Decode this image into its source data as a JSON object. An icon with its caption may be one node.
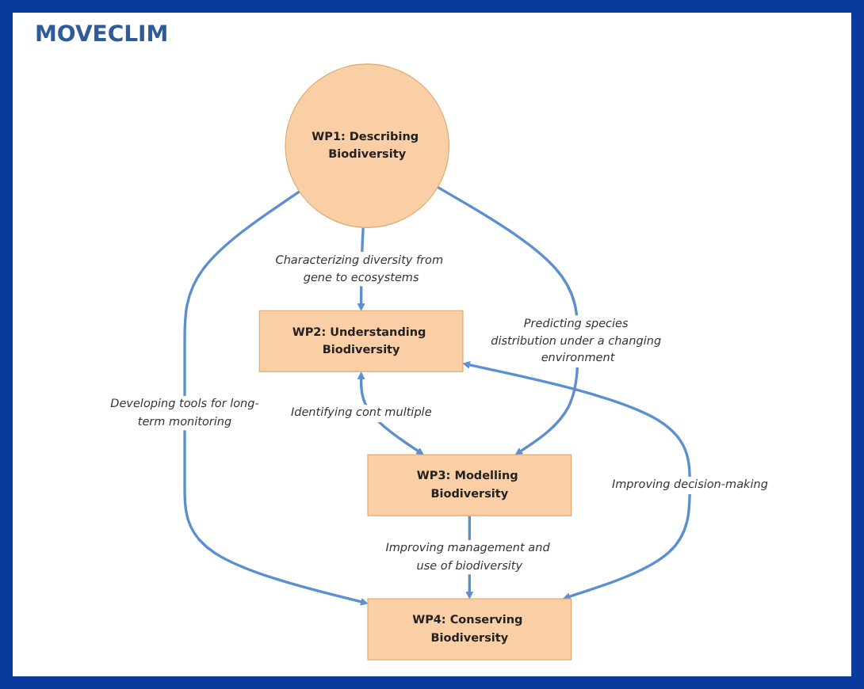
{
  "diagram": {
    "title": "MOVECLIM",
    "nodes": [
      {
        "text": [
          "WP2: Understanding Biodiversity"
        ]
      },
      {
        "text": [
          "WP1: Describing Biodiversity"
        ]
      },
      {
        "text": [
          "WP4: Conserving Biodiversity"
        ]
      },
      {
        "text": [
          "WP3: Modelling Biodiversity"
        ]
      }
    ],
    "edges": [
      {
        "from": 2,
        "to": 0,
        "arrow": "both",
        "label": "Improving decision-making"
      },
      {
        "from": 1,
        "to": 0,
        "arrow": "to",
        "label": "Characterizing diversity from gene to ecosystems"
      },
      {
        "from": 0,
        "to": 3,
        "arrow": "both",
        "label": "Identifying cont multiple"
      },
      {
        "from": 1,
        "to": 2,
        "arrow": "to",
        "label": "Developing tools for long-term monitoring"
      },
      {
        "from": 1,
        "to": 3,
        "arrow": "to",
        "label": "Predicting species distribution under a changing environment"
      },
      {
        "from": 3,
        "to": 2,
        "arrow": "to",
        "label": "Improving management and use of biodiversity"
      }
    ]
  }
}
